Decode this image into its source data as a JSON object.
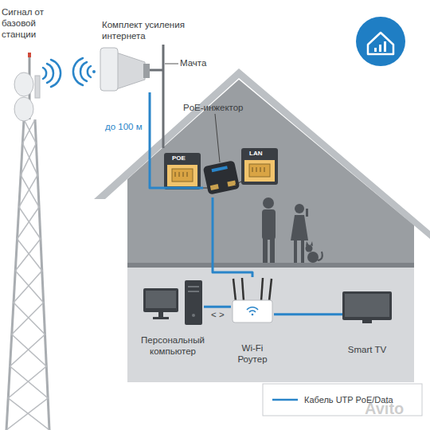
{
  "diagram": {
    "nodes": [
      {
        "text": [
          "Сигнал от базовой станции"
        ]
      },
      {
        "text": [
          "Комплект усиления интернета"
        ]
      },
      {
        "text": [
          "PoE-инжектор"
        ]
      },
      {
        "text": [
          "Персональный компьютер"
        ]
      },
      {
        "text": [
          "Wi-Fi Роутер"
        ]
      },
      {
        "text": [
          "Smart TV"
        ]
      }
    ],
    "edges": [
      {
        "from": 1,
        "to": 2,
        "label": "до 100 м",
        "arrow": "none"
      },
      {
        "from": 2,
        "to": 4,
        "arrow": "none"
      },
      {
        "from": 4,
        "to": 3,
        "label": "< >",
        "arrow": "none"
      },
      {
        "from": 4,
        "to": 5,
        "arrow": "none"
      }
    ],
    "labels": [
      "Мачта",
      "POE",
      "LAN",
      "Avito"
    ],
    "legend": [
      {
        "text": "Кабель UTP PoE/Data"
      }
    ]
  }
}
